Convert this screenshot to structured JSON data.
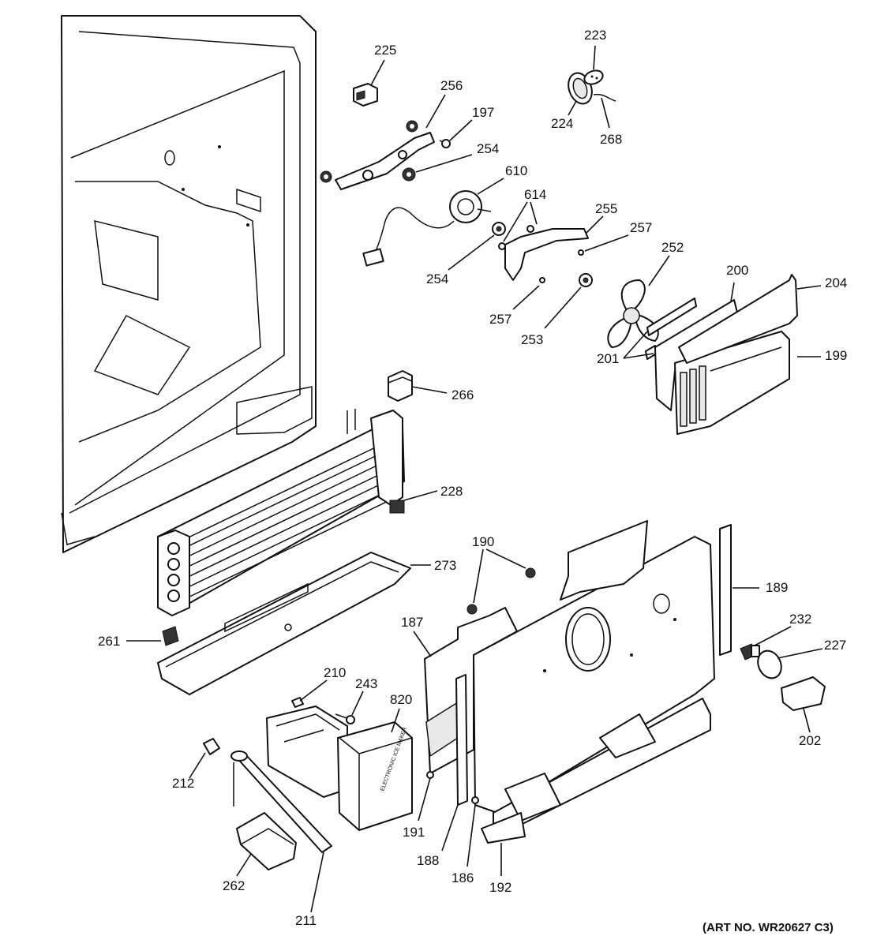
{
  "art_number": "(ART NO. WR20627 C3)",
  "callouts": {
    "c225": "225",
    "c256": "256",
    "c197": "197",
    "c254a": "254",
    "c610": "610",
    "c254b": "254",
    "c614": "614",
    "c255": "255",
    "c257a": "257",
    "c257b": "257",
    "c253": "253",
    "c252": "252",
    "c223": "223",
    "c224": "224",
    "c268": "268",
    "c200": "200",
    "c204": "204",
    "c201": "201",
    "c199": "199",
    "c266": "266",
    "c228": "228",
    "c273": "273",
    "c261": "261",
    "c190": "190",
    "c189": "189",
    "c187": "187",
    "c232": "232",
    "c227": "227",
    "c210": "210",
    "c243": "243",
    "c820": "820",
    "c212": "212",
    "c191": "191",
    "c188": "188",
    "c186": "186",
    "c192": "192",
    "c202": "202",
    "c262": "262",
    "c211": "211"
  },
  "icemaker_label": "ELECTRONIC ICE MAKER"
}
